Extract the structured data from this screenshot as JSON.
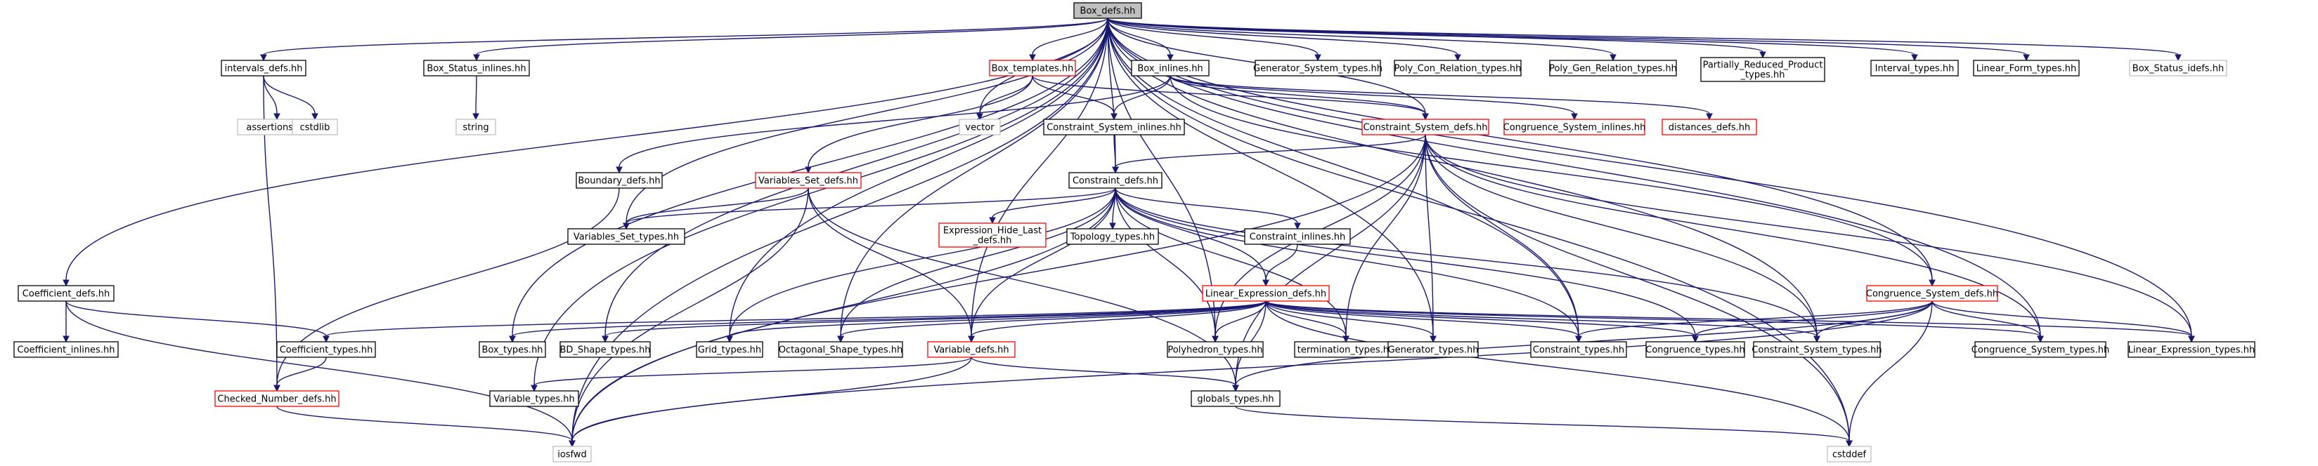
{
  "colors": {
    "node_fill": "#ffffff",
    "root_fill": "#bfbfbf",
    "border_default": "#000000",
    "border_red": "#ff0000",
    "border_gray": "#bfbfbf",
    "edge": "#191970"
  },
  "nodes": [
    {
      "id": "box_defs",
      "label": "Box_defs.hh",
      "style": "root"
    },
    {
      "id": "intervals_defs",
      "label": "intervals_defs.hh",
      "style": "default"
    },
    {
      "id": "box_status_inlines",
      "label": "Box_Status_inlines.hh",
      "style": "default"
    },
    {
      "id": "box_templates",
      "label": "Box_templates.hh",
      "style": "red"
    },
    {
      "id": "box_inlines",
      "label": "Box_inlines.hh",
      "style": "default"
    },
    {
      "id": "generator_system_types",
      "label": "Generator_System_types.hh",
      "style": "default"
    },
    {
      "id": "poly_con_relation_types",
      "label": "Poly_Con_Relation_types.hh",
      "style": "default"
    },
    {
      "id": "poly_gen_relation_types",
      "label": "Poly_Gen_Relation_types.hh",
      "style": "default"
    },
    {
      "id": "partially_reduced_product_types",
      "label": "Partially_Reduced_Product\n_types.hh",
      "style": "default"
    },
    {
      "id": "interval_types",
      "label": "Interval_types.hh",
      "style": "default"
    },
    {
      "id": "linear_form_types",
      "label": "Linear_Form_types.hh",
      "style": "default"
    },
    {
      "id": "box_status_idefs",
      "label": "Box_Status_idefs.hh",
      "style": "gray"
    },
    {
      "id": "assertions",
      "label": "assertions.hh",
      "style": "gray"
    },
    {
      "id": "cstdlib",
      "label": "cstdlib",
      "style": "gray"
    },
    {
      "id": "string",
      "label": "string",
      "style": "gray"
    },
    {
      "id": "vector",
      "label": "vector",
      "style": "gray"
    },
    {
      "id": "constraint_system_inlines",
      "label": "Constraint_System_inlines.hh",
      "style": "default"
    },
    {
      "id": "constraint_system_defs",
      "label": "Constraint_System_defs.hh",
      "style": "red"
    },
    {
      "id": "congruence_system_inlines",
      "label": "Congruence_System_inlines.hh",
      "style": "red"
    },
    {
      "id": "distances_defs",
      "label": "distances_defs.hh",
      "style": "red"
    },
    {
      "id": "boundary_defs",
      "label": "Boundary_defs.hh",
      "style": "default"
    },
    {
      "id": "variables_set_defs",
      "label": "Variables_Set_defs.hh",
      "style": "red"
    },
    {
      "id": "constraint_defs",
      "label": "Constraint_defs.hh",
      "style": "default"
    },
    {
      "id": "variables_set_types",
      "label": "Variables_Set_types.hh",
      "style": "default"
    },
    {
      "id": "expression_hide_last_defs",
      "label": "Expression_Hide_Last\n_defs.hh",
      "style": "red"
    },
    {
      "id": "topology_types",
      "label": "Topology_types.hh",
      "style": "default"
    },
    {
      "id": "constraint_inlines",
      "label": "Constraint_inlines.hh",
      "style": "default"
    },
    {
      "id": "linear_expression_defs",
      "label": "Linear_Expression_defs.hh",
      "style": "red"
    },
    {
      "id": "congruence_system_defs",
      "label": "Congruence_System_defs.hh",
      "style": "red"
    },
    {
      "id": "coefficient_defs",
      "label": "Coefficient_defs.hh",
      "style": "default"
    },
    {
      "id": "coefficient_inlines",
      "label": "Coefficient_inlines.hh",
      "style": "default"
    },
    {
      "id": "coefficient_types",
      "label": "Coefficient_types.hh",
      "style": "default"
    },
    {
      "id": "box_types",
      "label": "Box_types.hh",
      "style": "default"
    },
    {
      "id": "bd_shape_types",
      "label": "BD_Shape_types.hh",
      "style": "default"
    },
    {
      "id": "grid_types",
      "label": "Grid_types.hh",
      "style": "default"
    },
    {
      "id": "octagonal_shape_types",
      "label": "Octagonal_Shape_types.hh",
      "style": "default"
    },
    {
      "id": "variable_defs",
      "label": "Variable_defs.hh",
      "style": "red"
    },
    {
      "id": "polyhedron_types",
      "label": "Polyhedron_types.hh",
      "style": "default"
    },
    {
      "id": "termination_types",
      "label": "termination_types.hh",
      "style": "default"
    },
    {
      "id": "generator_types",
      "label": "Generator_types.hh",
      "style": "default"
    },
    {
      "id": "constraint_types",
      "label": "Constraint_types.hh",
      "style": "default"
    },
    {
      "id": "congruence_types",
      "label": "Congruence_types.hh",
      "style": "default"
    },
    {
      "id": "constraint_system_types",
      "label": "Constraint_System_types.hh",
      "style": "default"
    },
    {
      "id": "congruence_system_types",
      "label": "Congruence_System_types.hh",
      "style": "default"
    },
    {
      "id": "linear_expression_types",
      "label": "Linear_Expression_types.hh",
      "style": "default"
    },
    {
      "id": "checked_number_defs",
      "label": "Checked_Number_defs.hh",
      "style": "red"
    },
    {
      "id": "variable_types",
      "label": "Variable_types.hh",
      "style": "default"
    },
    {
      "id": "globals_types",
      "label": "globals_types.hh",
      "style": "default"
    },
    {
      "id": "iosfwd",
      "label": "iosfwd",
      "style": "gray"
    },
    {
      "id": "cstddef",
      "label": "cstddef",
      "style": "gray"
    }
  ],
  "edges": [
    [
      "box_defs",
      "intervals_defs"
    ],
    [
      "box_defs",
      "box_status_inlines"
    ],
    [
      "box_defs",
      "box_templates"
    ],
    [
      "box_defs",
      "box_inlines"
    ],
    [
      "box_defs",
      "generator_system_types"
    ],
    [
      "box_defs",
      "poly_con_relation_types"
    ],
    [
      "box_defs",
      "poly_gen_relation_types"
    ],
    [
      "box_defs",
      "partially_reduced_product_types"
    ],
    [
      "box_defs",
      "interval_types"
    ],
    [
      "box_defs",
      "linear_form_types"
    ],
    [
      "box_defs",
      "box_status_idefs"
    ],
    [
      "box_defs",
      "coefficient_defs"
    ],
    [
      "box_defs",
      "iosfwd"
    ],
    [
      "box_defs",
      "vector"
    ],
    [
      "box_defs",
      "constraint_defs"
    ],
    [
      "box_defs",
      "constraint_system_defs"
    ],
    [
      "box_defs",
      "congruence_system_defs"
    ],
    [
      "box_defs",
      "box_types"
    ],
    [
      "box_defs",
      "bd_shape_types"
    ],
    [
      "box_defs",
      "grid_types"
    ],
    [
      "box_defs",
      "octagonal_shape_types"
    ],
    [
      "box_defs",
      "variable_types"
    ],
    [
      "box_defs",
      "variables_set_types"
    ],
    [
      "box_defs",
      "polyhedron_types"
    ],
    [
      "box_defs",
      "generator_types"
    ],
    [
      "box_defs",
      "constraint_types"
    ],
    [
      "box_defs",
      "constraint_system_types"
    ],
    [
      "box_defs",
      "congruence_system_types"
    ],
    [
      "box_defs",
      "linear_expression_types"
    ],
    [
      "box_defs",
      "cstddef"
    ],
    [
      "box_defs",
      "variable_defs"
    ],
    [
      "intervals_defs",
      "assertions"
    ],
    [
      "intervals_defs",
      "cstdlib"
    ],
    [
      "intervals_defs",
      "checked_number_defs"
    ],
    [
      "box_status_inlines",
      "string"
    ],
    [
      "box_templates",
      "vector"
    ],
    [
      "box_templates",
      "constraint_system_inlines"
    ],
    [
      "box_templates",
      "constraint_system_defs"
    ],
    [
      "box_templates",
      "variables_set_defs"
    ],
    [
      "box_inlines",
      "constraint_system_inlines"
    ],
    [
      "box_inlines",
      "constraint_system_defs"
    ],
    [
      "box_inlines",
      "congruence_system_inlines"
    ],
    [
      "box_inlines",
      "distances_defs"
    ],
    [
      "box_inlines",
      "boundary_defs"
    ],
    [
      "box_inlines",
      "congruence_system_defs"
    ],
    [
      "constraint_system_inlines",
      "constraint_defs"
    ],
    [
      "constraint_system_defs",
      "constraint_defs"
    ],
    [
      "constraint_system_defs",
      "termination_types"
    ],
    [
      "constraint_system_defs",
      "polyhedron_types"
    ],
    [
      "constraint_system_defs",
      "generator_types"
    ],
    [
      "constraint_system_defs",
      "constraint_types"
    ],
    [
      "constraint_system_defs",
      "constraint_system_types"
    ],
    [
      "constraint_system_defs",
      "congruence_system_types"
    ],
    [
      "constraint_system_defs",
      "linear_expression_types"
    ],
    [
      "constraint_system_defs",
      "globals_types"
    ],
    [
      "constraint_system_defs",
      "iosfwd"
    ],
    [
      "constraint_system_defs",
      "cstddef"
    ],
    [
      "boundary_defs",
      "checked_number_defs"
    ],
    [
      "variables_set_defs",
      "variables_set_types"
    ],
    [
      "variables_set_defs",
      "variable_defs"
    ],
    [
      "variables_set_defs",
      "globals_types"
    ],
    [
      "variables_set_defs",
      "iosfwd"
    ],
    [
      "constraint_defs",
      "variables_set_types"
    ],
    [
      "constraint_defs",
      "expression_hide_last_defs"
    ],
    [
      "constraint_defs",
      "topology_types"
    ],
    [
      "constraint_defs",
      "constraint_inlines"
    ],
    [
      "constraint_defs",
      "linear_expression_defs"
    ],
    [
      "constraint_defs",
      "grid_types"
    ],
    [
      "constraint_defs",
      "octagonal_shape_types"
    ],
    [
      "constraint_defs",
      "variable_defs"
    ],
    [
      "constraint_defs",
      "polyhedron_types"
    ],
    [
      "constraint_defs",
      "termination_types"
    ],
    [
      "constraint_defs",
      "constraint_types"
    ],
    [
      "constraint_defs",
      "congruence_types"
    ],
    [
      "constraint_defs",
      "constraint_system_types"
    ],
    [
      "constraint_defs",
      "iosfwd"
    ],
    [
      "constraint_inlines",
      "linear_expression_defs"
    ],
    [
      "linear_expression_defs",
      "coefficient_types"
    ],
    [
      "linear_expression_defs",
      "box_types"
    ],
    [
      "linear_expression_defs",
      "bd_shape_types"
    ],
    [
      "linear_expression_defs",
      "grid_types"
    ],
    [
      "linear_expression_defs",
      "octagonal_shape_types"
    ],
    [
      "linear_expression_defs",
      "variable_defs"
    ],
    [
      "linear_expression_defs",
      "polyhedron_types"
    ],
    [
      "linear_expression_defs",
      "termination_types"
    ],
    [
      "linear_expression_defs",
      "generator_types"
    ],
    [
      "linear_expression_defs",
      "constraint_types"
    ],
    [
      "linear_expression_defs",
      "congruence_types"
    ],
    [
      "linear_expression_defs",
      "constraint_system_types"
    ],
    [
      "linear_expression_defs",
      "congruence_system_types"
    ],
    [
      "linear_expression_defs",
      "linear_expression_types"
    ],
    [
      "linear_expression_defs",
      "cstddef"
    ],
    [
      "linear_expression_defs",
      "globals_types"
    ],
    [
      "congruence_system_defs",
      "constraint_types"
    ],
    [
      "congruence_system_defs",
      "congruence_types"
    ],
    [
      "congruence_system_defs",
      "constraint_system_types"
    ],
    [
      "congruence_system_defs",
      "congruence_system_types"
    ],
    [
      "congruence_system_defs",
      "linear_expression_types"
    ],
    [
      "congruence_system_defs",
      "globals_types"
    ],
    [
      "congruence_system_defs",
      "iosfwd"
    ],
    [
      "congruence_system_defs",
      "cstddef"
    ],
    [
      "coefficient_defs",
      "coefficient_inlines"
    ],
    [
      "coefficient_defs",
      "coefficient_types"
    ],
    [
      "coefficient_defs",
      "iosfwd"
    ],
    [
      "coefficient_types",
      "checked_number_defs"
    ],
    [
      "checked_number_defs",
      "iosfwd"
    ],
    [
      "variable_defs",
      "variable_types"
    ],
    [
      "variable_defs",
      "globals_types"
    ],
    [
      "variable_defs",
      "iosfwd"
    ],
    [
      "globals_types",
      "cstddef"
    ]
  ]
}
